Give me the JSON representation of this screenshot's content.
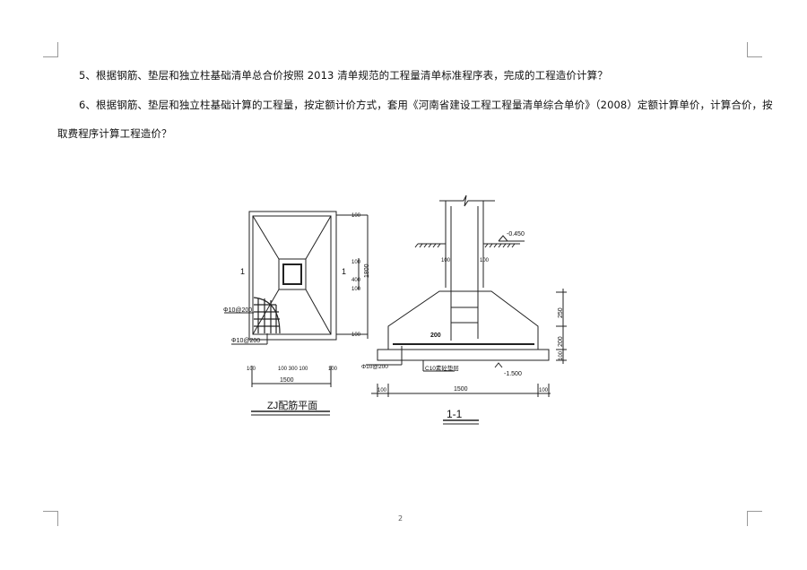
{
  "document": {
    "paragraphs": [
      "5、根据钢筋、垫层和独立柱基础清单总合价按照 2013 清单规范的工程量清单标准程序表，完成的工程造价计算？",
      "6、根据钢筋、垫层和独立柱基础计算的工程量，按定额计价方式，套用《河南省建设工程工程量清单综合单价》（2008）定额计算单价，计算合价，按",
      "取费程序计算工程造价？"
    ],
    "page_number": "2"
  },
  "figure": {
    "plan": {
      "title": "ZJ配筋平面",
      "section_mark": "1",
      "rebar_label_1": "Φ10@200",
      "rebar_label_2": "Φ10@200",
      "dim_top": "100",
      "dim_mid_a": "100",
      "dim_mid_b": "400",
      "dim_mid_c": "100",
      "dim_total_v": "1800",
      "dim_bottom": "100",
      "dim_h_left": "100",
      "dim_h_mid": "100 300 100",
      "dim_h_right": "100",
      "dim_total_h": "1500"
    },
    "section": {
      "title": "1-1",
      "elev_top": "-0.450",
      "elev_bottom": "-1.500",
      "cover_left": "100",
      "cover_right": "100",
      "rebar_len": "200",
      "rebar_label": "Φ10@200",
      "pad_label": "C10素砼垫层",
      "dim_250": "250",
      "dim_200": "200",
      "dim_100": "100",
      "dim_left": "100",
      "dim_total": "1500",
      "dim_right": "100"
    }
  }
}
